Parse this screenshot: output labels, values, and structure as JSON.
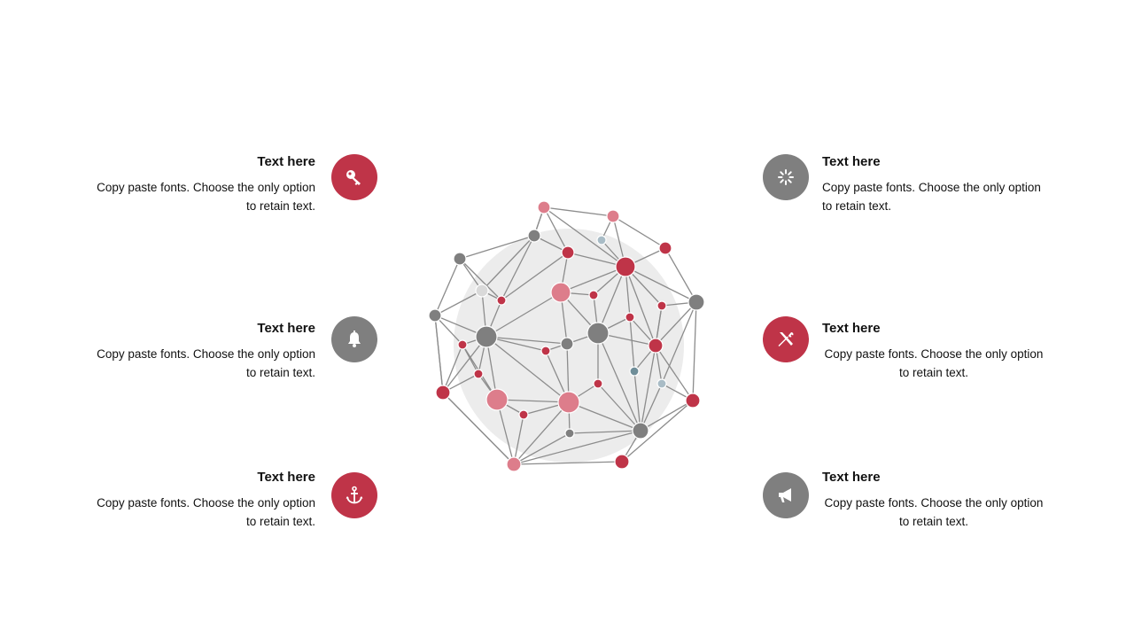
{
  "colors": {
    "red": "#bf3448",
    "pink": "#dd7d8b",
    "gray": "#7f7f7f",
    "light_gray": "#d9d9d9",
    "blue_gray": "#a9bcc6",
    "teal": "#6f8e99",
    "blob": "#ececec",
    "line": "#8c8c8c"
  },
  "items": [
    {
      "title": "Text here",
      "line1": "Copy paste fonts. Choose the only option",
      "line2": "to retain text.",
      "icon": "key-icon",
      "color": "red"
    },
    {
      "title": "Text here",
      "line1": "Copy paste fonts. Choose the only option",
      "line2": "to retain text.",
      "icon": "bell-icon",
      "color": "gray"
    },
    {
      "title": "Text here",
      "line1": "Copy paste fonts. Choose the only option",
      "line2": "to retain text.",
      "icon": "anchor-icon",
      "color": "red"
    },
    {
      "title": "Text here",
      "line1": "Copy paste fonts. Choose the only option",
      "line2": "to retain text.",
      "icon": "spinner-icon",
      "color": "gray"
    },
    {
      "title": "Text here",
      "line1": "Copy paste fonts. Choose the only option",
      "line2": "to retain text.",
      "icon": "tools-icon",
      "color": "red"
    },
    {
      "title": "Text here",
      "line1": "Copy paste fonts. Choose the only option",
      "line2": "to retain text.",
      "icon": "megaphone-icon",
      "color": "gray"
    }
  ]
}
